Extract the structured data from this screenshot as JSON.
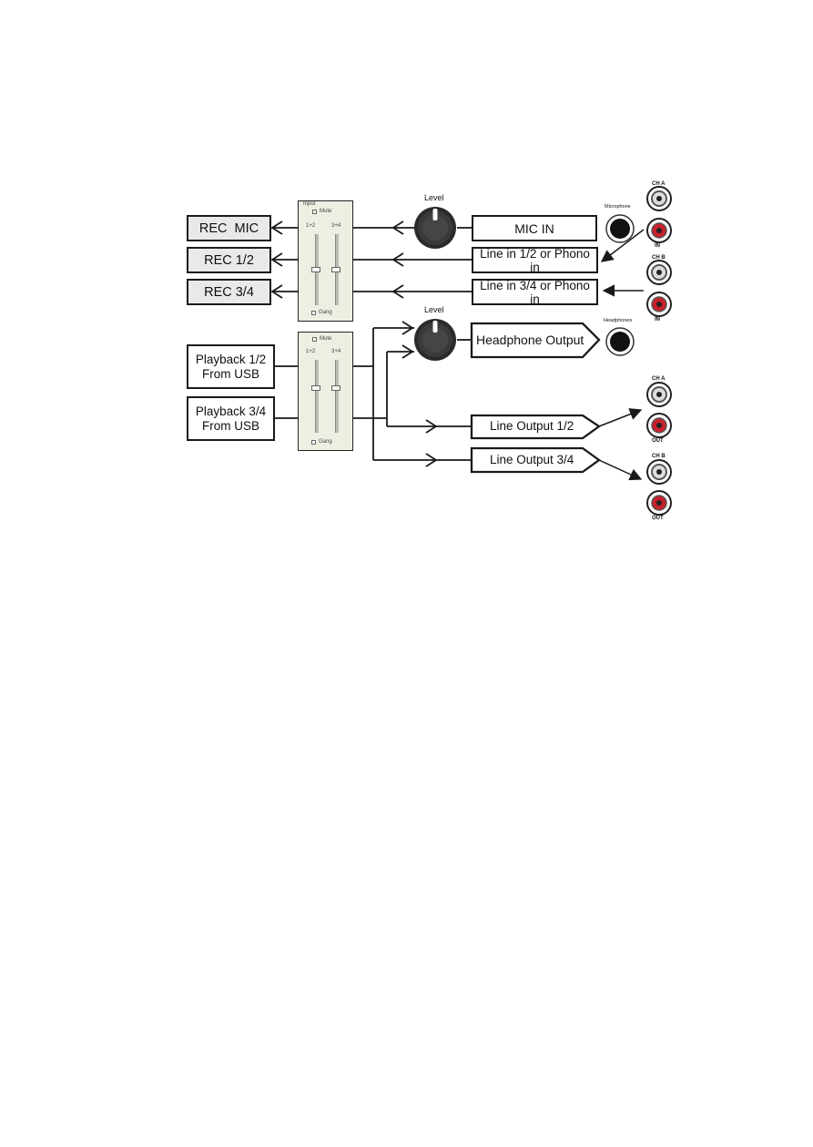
{
  "record": {
    "rec_mic": "REC  MIC",
    "rec_12": "REC 1/2",
    "rec_34": "REC 3/4"
  },
  "inputs": {
    "mic_in": "MIC IN",
    "line_in_12": "Line in 1/2 or Phono in",
    "line_in_34": "Line in 3/4 or Phono in"
  },
  "playback": {
    "pb12_line1": "Playback 1/2",
    "pb12_line2": "From USB",
    "pb34_line1": "Playback 3/4",
    "pb34_line2": "From USB"
  },
  "outputs": {
    "headphone": "Headphone Output",
    "line_out_12": "Line Output 1/2",
    "line_out_34": "Line Output 3/4"
  },
  "knobs": {
    "level_top": "Level",
    "level_bottom": "Level"
  },
  "mixer_input": {
    "title": "Input",
    "mute": "Mute",
    "ch12": "1+2",
    "ch34": "3+4",
    "gang": "Gang"
  },
  "mixer_output": {
    "mute": "Mute",
    "ch12": "1+2",
    "ch34": "3+4",
    "gang": "Gang"
  },
  "jacks": {
    "microphone": "Microphone",
    "headphones": "Headphones",
    "in_ch_a": "CH A",
    "in_label_1": "IN",
    "in_ch_b": "CH B",
    "in_label_2": "IN",
    "out_ch_a": "CH A",
    "out_label_1": "OUT",
    "out_ch_b": "CH B",
    "out_label_2": "OUT"
  },
  "colors": {
    "line": "#1a1a1a",
    "rec_fill": "#e9e9ea",
    "mixer_fill": "#efeee3",
    "rca_red": "#c8202a"
  }
}
